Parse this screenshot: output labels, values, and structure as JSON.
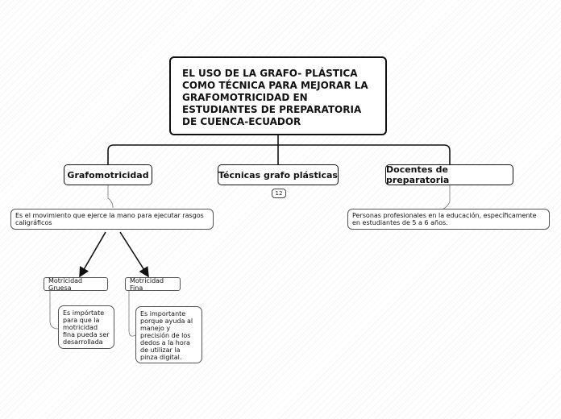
{
  "root": {
    "title": "EL USO DE LA GRAFO- PLÁSTICA COMO TÉCNICA PARA MEJORAR LA GRAFOMOTRICIDAD EN ESTUDIANTES DE PREPARATORIA DE CUENCA-ECUADOR"
  },
  "branches": {
    "grafomotricidad": {
      "label": "Grafomotricidad",
      "description": "Es el movimiento que ejerce la mano para ejecutar rasgos caligráficos",
      "children": {
        "gruesa": {
          "label": "Motricidad Gruesa",
          "note": "Es impórtate para que la motricidad fina pueda ser desarrollada"
        },
        "fina": {
          "label": "Motricidad Fina",
          "note": "Es importante porque ayuda al manejo y precisión de los dedos a la hora de utilizar la pinza digital."
        }
      }
    },
    "tecnicas": {
      "label": "Técnicas grafo plásticas",
      "badge": "12"
    },
    "docentes": {
      "label": "Docentes de preparatoria",
      "description": "Personas profesionales en la educación, específicamente en estudiantes de 5 a 6 años."
    }
  },
  "colors": {
    "border": "#111111",
    "line": "#111111",
    "thin_line": "#666666"
  }
}
